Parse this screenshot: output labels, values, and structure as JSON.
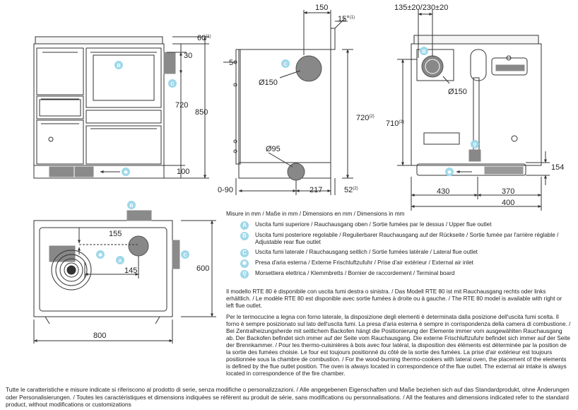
{
  "dimensions": {
    "front_top_offset": "60",
    "front_top_offset_note": "(1)",
    "front_30": "30",
    "front_720": "720",
    "front_850": "850",
    "front_100": "100",
    "side_150": "150",
    "side_15": "15",
    "side_15_unit": "°",
    "side_15_note": "(1)",
    "side_5": "5",
    "side_phi150": "Ø150",
    "side_720": "720",
    "side_720_note": "(2)",
    "side_phi95": "Ø95",
    "side_0_90": "0-90",
    "side_217": "217",
    "side_52": "52",
    "side_52_note": "(2)",
    "back_135": "135±20",
    "back_sep": "/",
    "back_230": "230±20",
    "back_710": "710",
    "back_710_note": "(2)",
    "back_phi150": "Ø150",
    "back_154": "154",
    "back_430": "430",
    "back_370": "370",
    "back_400": "400",
    "top_155": "155",
    "top_145": "145",
    "top_600": "600",
    "top_800": "800"
  },
  "badges": {
    "a": "A",
    "b": "B",
    "c": "C",
    "air": "✱",
    "term": "⚲"
  },
  "legend": {
    "title": "Misure in mm / Maße in mm / Dimensions en mm / Dimensions in mm",
    "items": [
      {
        "key": "A",
        "text": "Uscita fumi superiore / Rauchausgang oben / Sortie fumées par le dessus / Upper flue outlet"
      },
      {
        "key": "B",
        "text": "Uscita fumi posteriore regolabile / Regulierbarer Rauchausgang auf der Rückseite / Sortie fumée par l'arrière réglable / Adjustable rear flue outlet"
      },
      {
        "key": "C",
        "text": "Uscita fumi laterale / Rauchausgang seitlich / Sortie fumées latérale / Lateral flue outlet"
      },
      {
        "key": "✱",
        "text": "Presa d'aria esterna / Externe Frischluftzufuhr / Prise d'air extérieur / External air inlet"
      },
      {
        "key": "⚲",
        "text": "Morsettiera elettrica / Klemmbretts / Bornier de raccordement / Terminal board"
      }
    ]
  },
  "para1": "Il modello RTE 80 è disponibile con uscita fumi destra o sinistra. / Das Modell RTE 80 ist mit Rauchausgang rechts oder links erhältlich. / Le modèle RTE 80 est disponible avec sortie fumées à droite ou à gauche. / The RTE 80 model is available with right or left flue outlet.",
  "para2": "Per le termocucine a legna con forno laterale, la disposizione degli elementi è determinata dalla posizione dell'uscita fumi scelta. Il forno è sempre posizionato sul lato dell'uscita fumi. La presa d'aria esterna è sempre in corrispondenza della camera di combustione. / Bei Zentralheizungsherde mit seitlichem Backofen hängt die Positionierung der Elemente immer vom ausgewählten Rauchausgang ab. Der Backofen befindet sich immer auf der Seite vom Rauchausgang. Die externe Frischluftzufuhr befindet sich immer auf der Seite der Brennkammer. / Pour les thermo-cuisinières à bois avec four latéral, la disposition des éléments est déterminée par la position de la sortie des fumées choisie. Le four est toujours positionné du côté de la sortie des fumées. La prise d'air extérieur est toujours positionnée sous la chambre de combustion. / For the wood-burning thermo-cookers with lateral oven, the placement of the elements is defined by the flue outlet position. The oven is always located in correspondence of the flue outlet. The external air intake is always located in correspondence of the fire chamber.",
  "footnote": "Tutte le caratteristiche e misure indicate si riferiscono al prodotto di serie, senza modifiche o personalizzazioni. / Alle angegebenen Eigenschaften und Maße beziehen sich auf das Standardprodukt, ohne Änderungen oder Personalisierungen. / Toutes les caractéristiques et dimensions indiquées se réfèrent au produit de série, sans modifications ou personnalisations. / All the features and dimensions indicated refer to the standard product, without modifications or customizations",
  "colors": {
    "line": "#333333",
    "badge": "#9fd8ea",
    "gray_block": "#8a8a8a",
    "dark_disc": "#777777"
  }
}
